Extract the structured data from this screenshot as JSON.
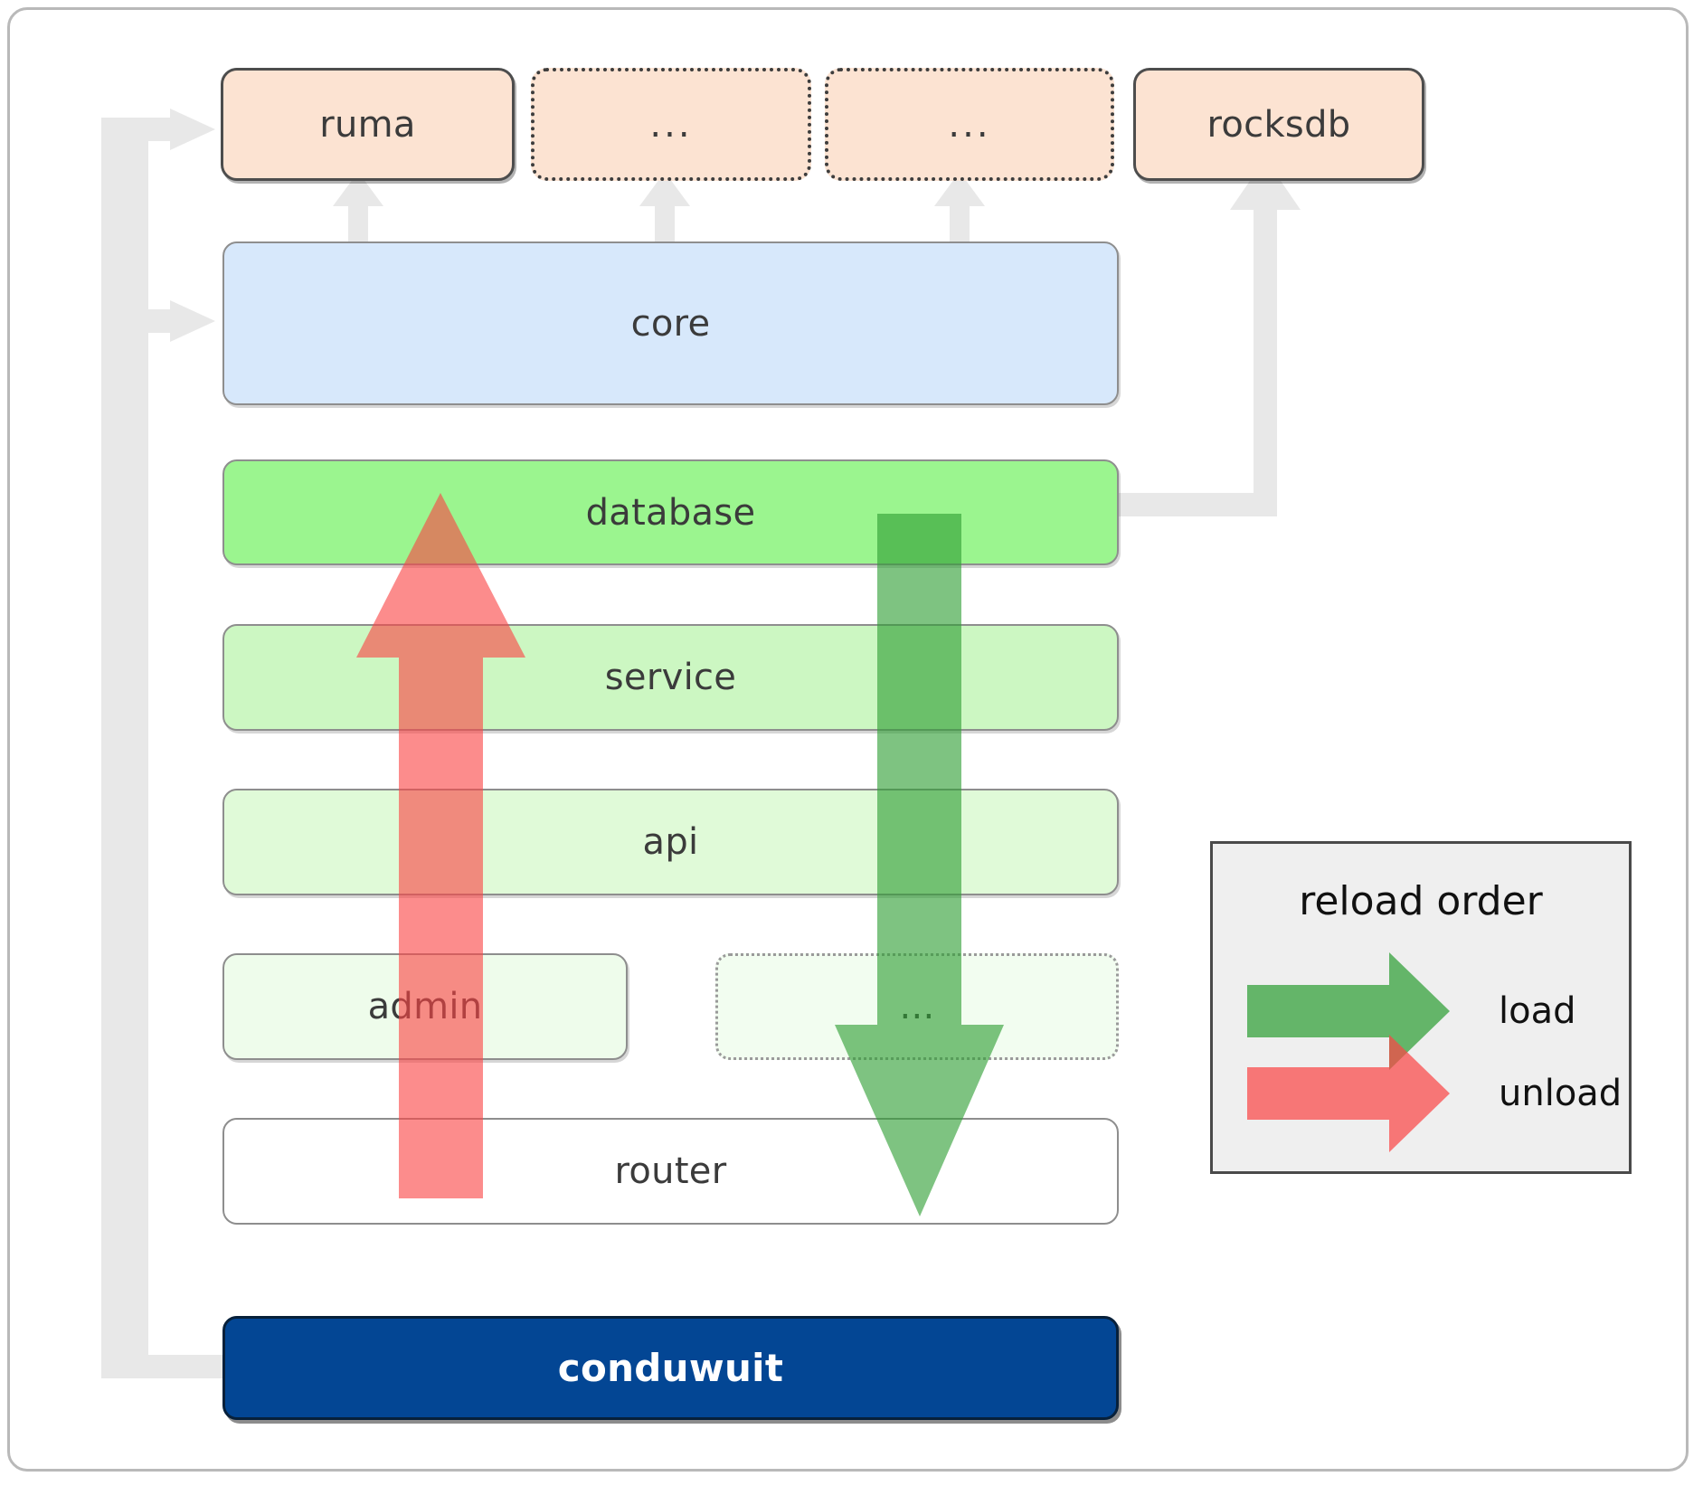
{
  "diagram": {
    "title": "conduwuit crate / reload order architecture",
    "dependencies": [
      {
        "id": "ruma",
        "label": "ruma",
        "style": "solid"
      },
      {
        "id": "dep2",
        "label": "...",
        "style": "dotted"
      },
      {
        "id": "dep3",
        "label": "...",
        "style": "dotted"
      },
      {
        "id": "rocksdb",
        "label": "rocksdb",
        "style": "solid"
      }
    ],
    "layers": [
      {
        "id": "core",
        "label": "core",
        "fill": "#d7e8fb",
        "style": "solid"
      },
      {
        "id": "database",
        "label": "database",
        "fill": "#9bf58f",
        "style": "solid"
      },
      {
        "id": "service",
        "label": "service",
        "fill": "#ccf7c2",
        "style": "solid"
      },
      {
        "id": "api",
        "label": "api",
        "fill": "#e0fad8",
        "style": "solid"
      },
      {
        "id": "admin",
        "label": "admin",
        "fill": "#eefceb",
        "style": "solid"
      },
      {
        "id": "extra",
        "label": "...",
        "fill": "#f2fdf0",
        "style": "dotted"
      },
      {
        "id": "router",
        "label": "router",
        "fill": "#ffffff",
        "style": "solid"
      }
    ],
    "binary": {
      "id": "conduwuit",
      "label": "conduwuit",
      "fill": "#034694",
      "text_color": "#ffffff"
    },
    "legend": {
      "title": "reload order",
      "entries": [
        {
          "label": "load",
          "color": "#4caf50",
          "direction": "right"
        },
        {
          "label": "unload",
          "color": "#fa8484",
          "direction": "right"
        }
      ]
    },
    "flow_arrows": [
      {
        "name": "load-arrow",
        "label": "load",
        "color": "#4caf50",
        "direction": "down",
        "from": "database",
        "to": "router"
      },
      {
        "name": "unload-arrow",
        "label": "unload",
        "color": "#fa8484",
        "direction": "up",
        "from": "router",
        "to": "database"
      }
    ],
    "colors": {
      "dependency_fill": "#fce3d2",
      "connector": "#e8e8e8",
      "frame_border": "#b9b9b9",
      "layer_border": "#8e8e8e",
      "legend_bg": "#efefef"
    }
  }
}
